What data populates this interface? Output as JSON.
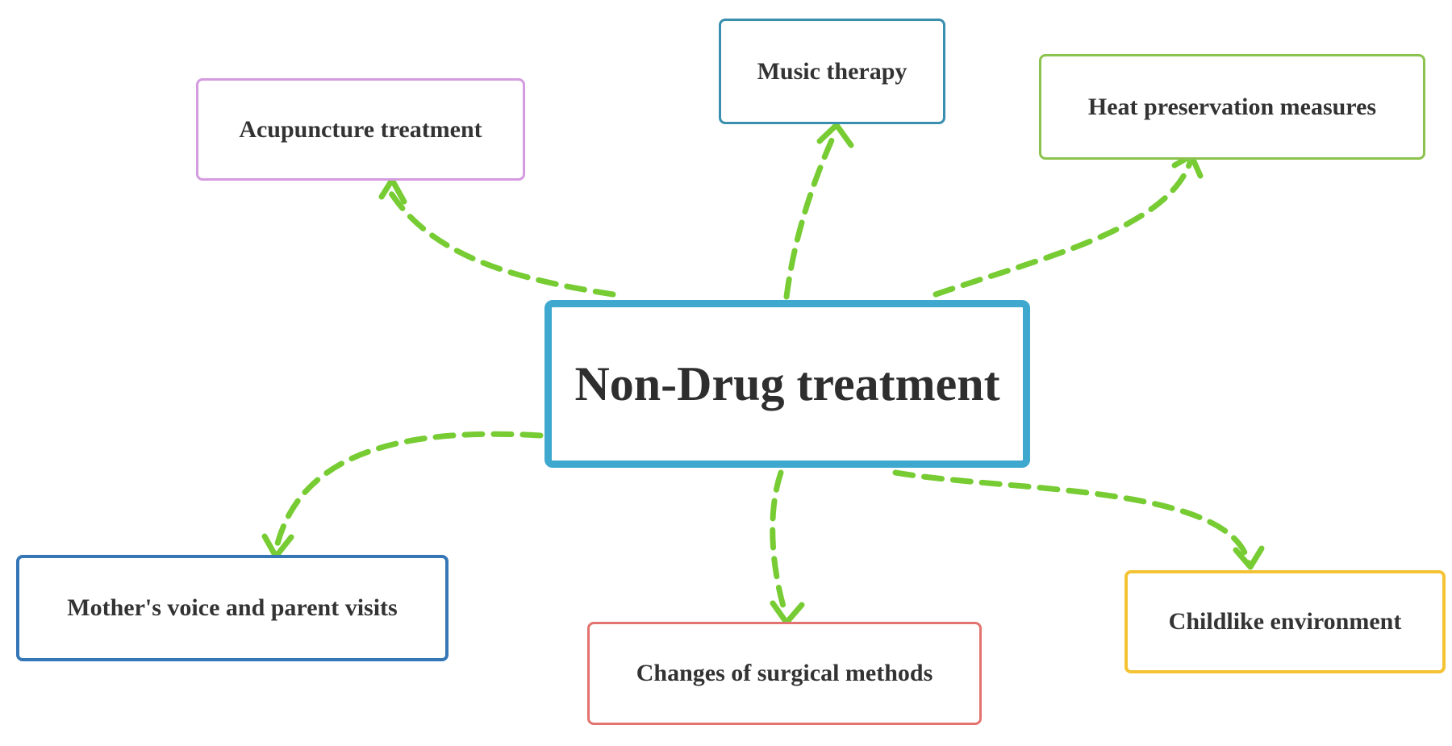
{
  "diagram": {
    "center": {
      "label": "Non-Drug treatment"
    },
    "branches": [
      {
        "label": "Acupuncture treatment"
      },
      {
        "label": "Music therapy"
      },
      {
        "label": "Heat preservation measures"
      },
      {
        "label": "Mother's voice and parent visits"
      },
      {
        "label": "Changes of surgical methods"
      },
      {
        "label": "Childlike environment"
      }
    ]
  },
  "colors": {
    "center_border": "#3ea8cf",
    "connector": "#77cc33",
    "acupuncture_border": "#d49be0",
    "music_border": "#3b8fae",
    "heat_border": "#8cc34e",
    "mother_border": "#3577b6",
    "surgical_border": "#e2736f",
    "childlike_border": "#f4c334"
  }
}
